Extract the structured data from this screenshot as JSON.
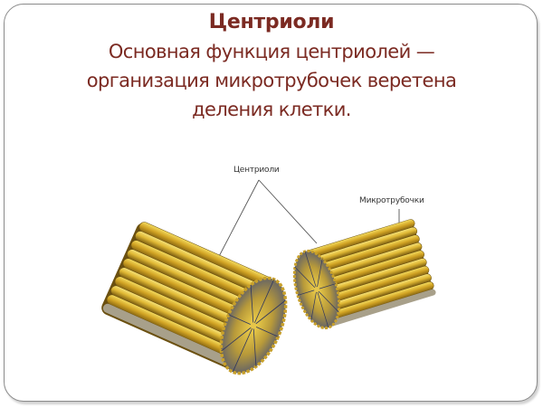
{
  "slide": {
    "title": "Центриоли",
    "subtitle_lines": [
      "Основная функция центриолей —",
      "организация микротрубочек веретена",
      "деления клетки."
    ]
  },
  "diagram": {
    "labels": {
      "centrioles": "Центриоли",
      "microtubules": "Микротрубочки"
    },
    "colors": {
      "tube_light": "#f2d64a",
      "tube_mid": "#d4a82a",
      "tube_dark": "#8a6a14",
      "end_blue": "#4a5a8a",
      "title_color": "#7b2a22"
    }
  }
}
